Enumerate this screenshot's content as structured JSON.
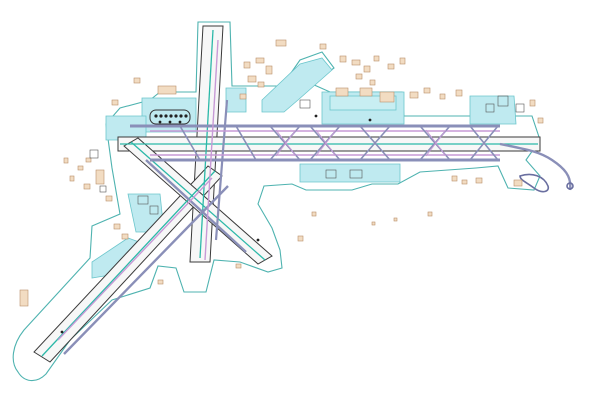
{
  "map": {
    "kind": "airport layout plan",
    "labels": [],
    "colors": {
      "background": "#ffffff",
      "property_outline": "#4fb3b0",
      "apron_fill": "#bfeaf0",
      "apron_stroke": "#6cc6cc",
      "runway_fill": "#f7f7f7",
      "runway_stroke": "#3a3a3a",
      "taxiway": "#8a8fb8",
      "taxiway_highlight": "#c79ad6",
      "centerline_teal": "#2bb8a8",
      "building_fill": "#f2dcc2",
      "building_stroke": "#b98f6a",
      "structure_stroke": "#555555",
      "lights": "#222222"
    },
    "icons": [
      "runway-diagram",
      "taxiway-network",
      "terminal-building",
      "hangar"
    ]
  }
}
